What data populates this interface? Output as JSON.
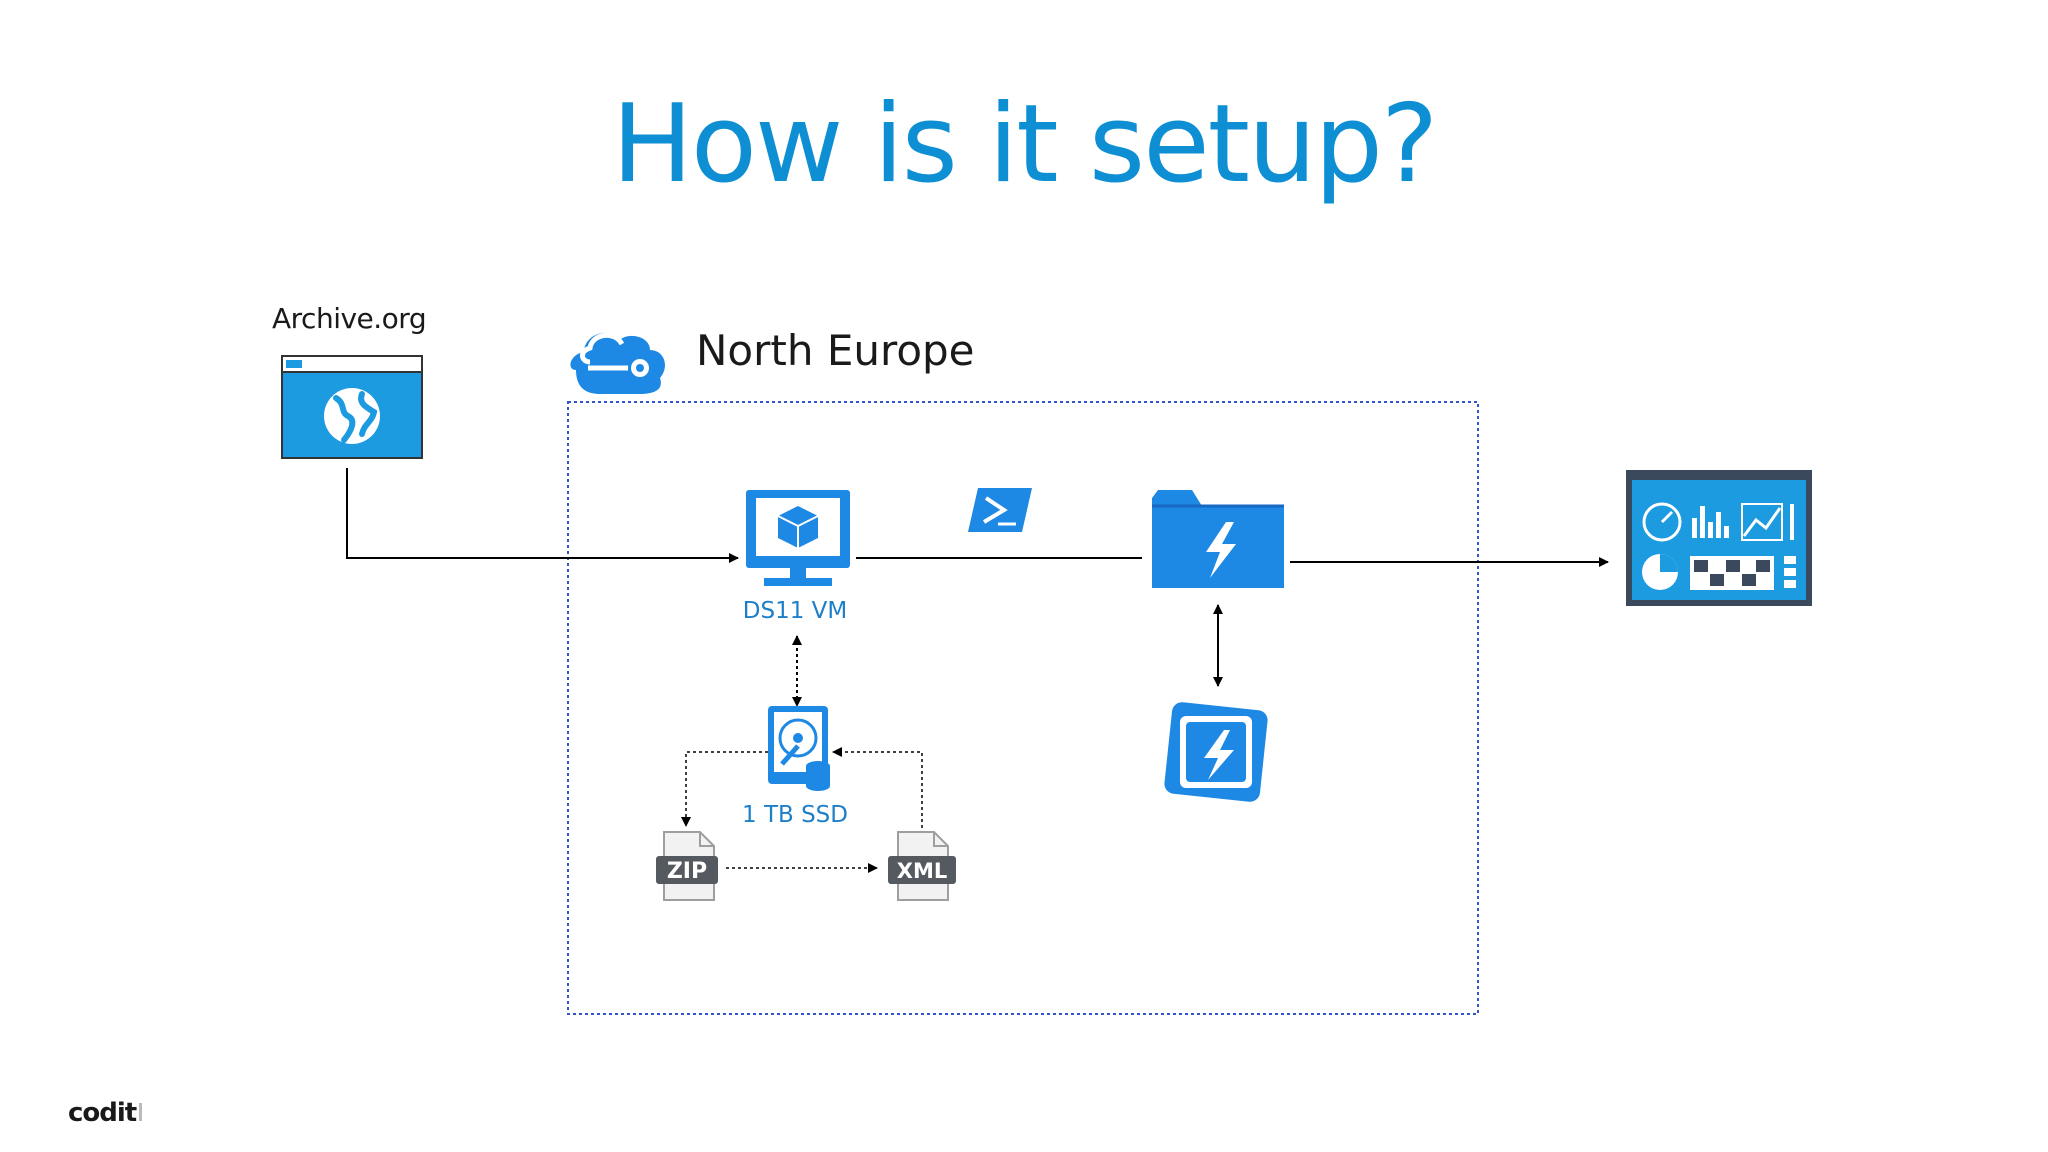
{
  "slide": {
    "title": "How is it setup?",
    "logo_text": "codit"
  },
  "diagram": {
    "source_label": "Archive.org",
    "region_label": "North Europe",
    "vm_label": "DS11 VM",
    "disk_label": "1 TB SSD",
    "zip_badge": "ZIP",
    "xml_badge": "XML"
  },
  "colors": {
    "title": "#0e8fd3",
    "icon_blue": "#1e88e5",
    "icon_dark": "#0b6fc2",
    "region_border": "#3355cc",
    "arrow": "#000000"
  },
  "icons": {
    "source": "website-globe-icon",
    "region": "cloud-icon",
    "vm": "virtual-machine-icon",
    "script": "powershell-icon",
    "storage": "azure-function-folder-icon",
    "function": "azure-function-icon",
    "disk": "ssd-disk-icon",
    "zip": "zip-file-icon",
    "xml": "xml-file-icon",
    "dashboard": "power-bi-dashboard-icon"
  }
}
